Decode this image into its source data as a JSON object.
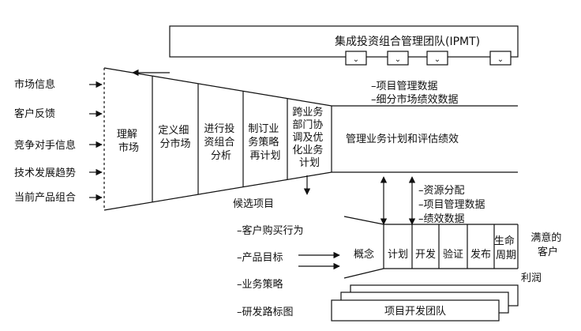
{
  "ipmt": {
    "title": "集成投资组合管理团队(IPMT)",
    "check_glyph": "⌄"
  },
  "inputs": [
    "市场信息",
    "客户反馈",
    "竞争对手信息",
    "技术发展趋势",
    "当前产品组合"
  ],
  "stages": {
    "understand": [
      "理解",
      "市场"
    ],
    "segment": [
      "定义细",
      "分市场"
    ],
    "portfolio": [
      "进行投",
      "资组合",
      "分析"
    ],
    "strategy": [
      "制订业",
      "务策略",
      "再计划"
    ],
    "coordinate": [
      "跨业务",
      "部门协",
      "调及优",
      "化业务",
      "计划"
    ]
  },
  "top_data": [
    "–项目管理数据",
    "–细分市场绩效数据"
  ],
  "manage_label": "管理业务计划和评估绩效",
  "candidate_label": "候选项目",
  "candidate_items": [
    "–客户购买行为",
    "–产品目标",
    "–业务策略",
    "–研发路标图"
  ],
  "resource_items": [
    "–资源分配",
    "–项目管理数据",
    "–绩效数据"
  ],
  "phases": {
    "concept": "概念",
    "plan": "计划",
    "develop": "开发",
    "verify": "验证",
    "launch": "发布",
    "lifecycle": [
      "生命",
      "周期"
    ]
  },
  "outcome": [
    "满意的",
    "客户"
  ],
  "profit": "利润",
  "team": "项目开发团队"
}
